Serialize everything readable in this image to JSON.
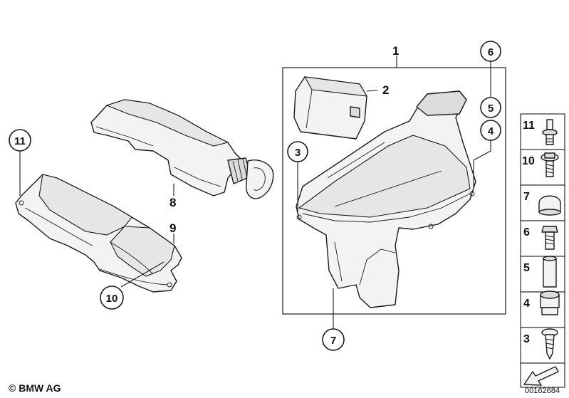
{
  "labels": {
    "part_1": "1",
    "part_2": "2",
    "part_8": "8",
    "part_9": "9",
    "callout_11_left": "11",
    "callout_3": "3",
    "callout_6": "6",
    "callout_5": "5",
    "callout_4": "4",
    "callout_10": "10",
    "callout_7": "7"
  },
  "side_parts": [
    {
      "label": "11",
      "icon": "push-rivet-icon"
    },
    {
      "label": "10",
      "icon": "screw-washer-icon"
    },
    {
      "label": "7",
      "icon": "rubber-cap-icon"
    },
    {
      "label": "6",
      "icon": "bolt-icon"
    },
    {
      "label": "5",
      "icon": "sleeve-icon"
    },
    {
      "label": "4",
      "icon": "grommet-icon"
    },
    {
      "label": "3",
      "icon": "tapping-screw-icon"
    }
  ],
  "footer": {
    "copyright": "© BMW AG",
    "diagram_id": "00162684"
  }
}
